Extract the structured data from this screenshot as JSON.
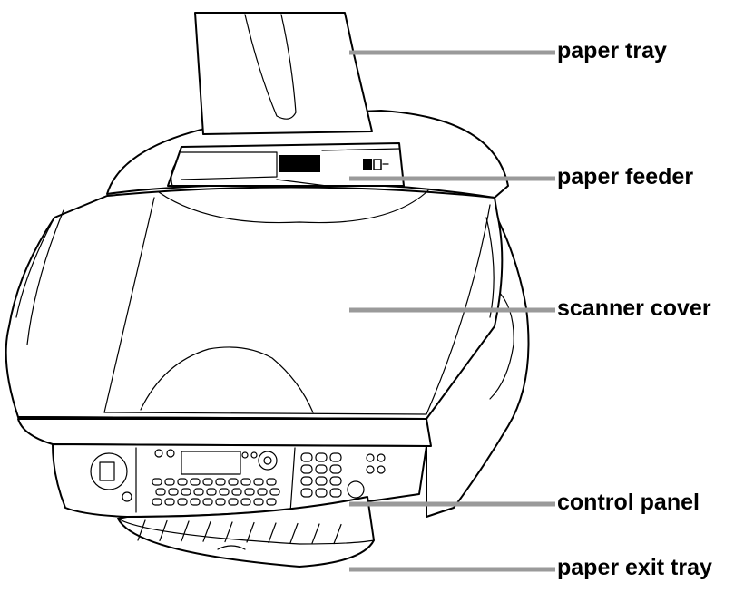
{
  "callouts": [
    {
      "id": "paper-tray",
      "text": "paper tray"
    },
    {
      "id": "paper-feeder",
      "text": "paper feeder"
    },
    {
      "id": "scanner-cover",
      "text": "scanner cover"
    },
    {
      "id": "control-panel",
      "text": "control panel"
    },
    {
      "id": "paper-exit-tray",
      "text": "paper exit tray"
    }
  ],
  "colors": {
    "leader": "#9a9a9a",
    "outline": "#000000",
    "background": "#ffffff"
  }
}
